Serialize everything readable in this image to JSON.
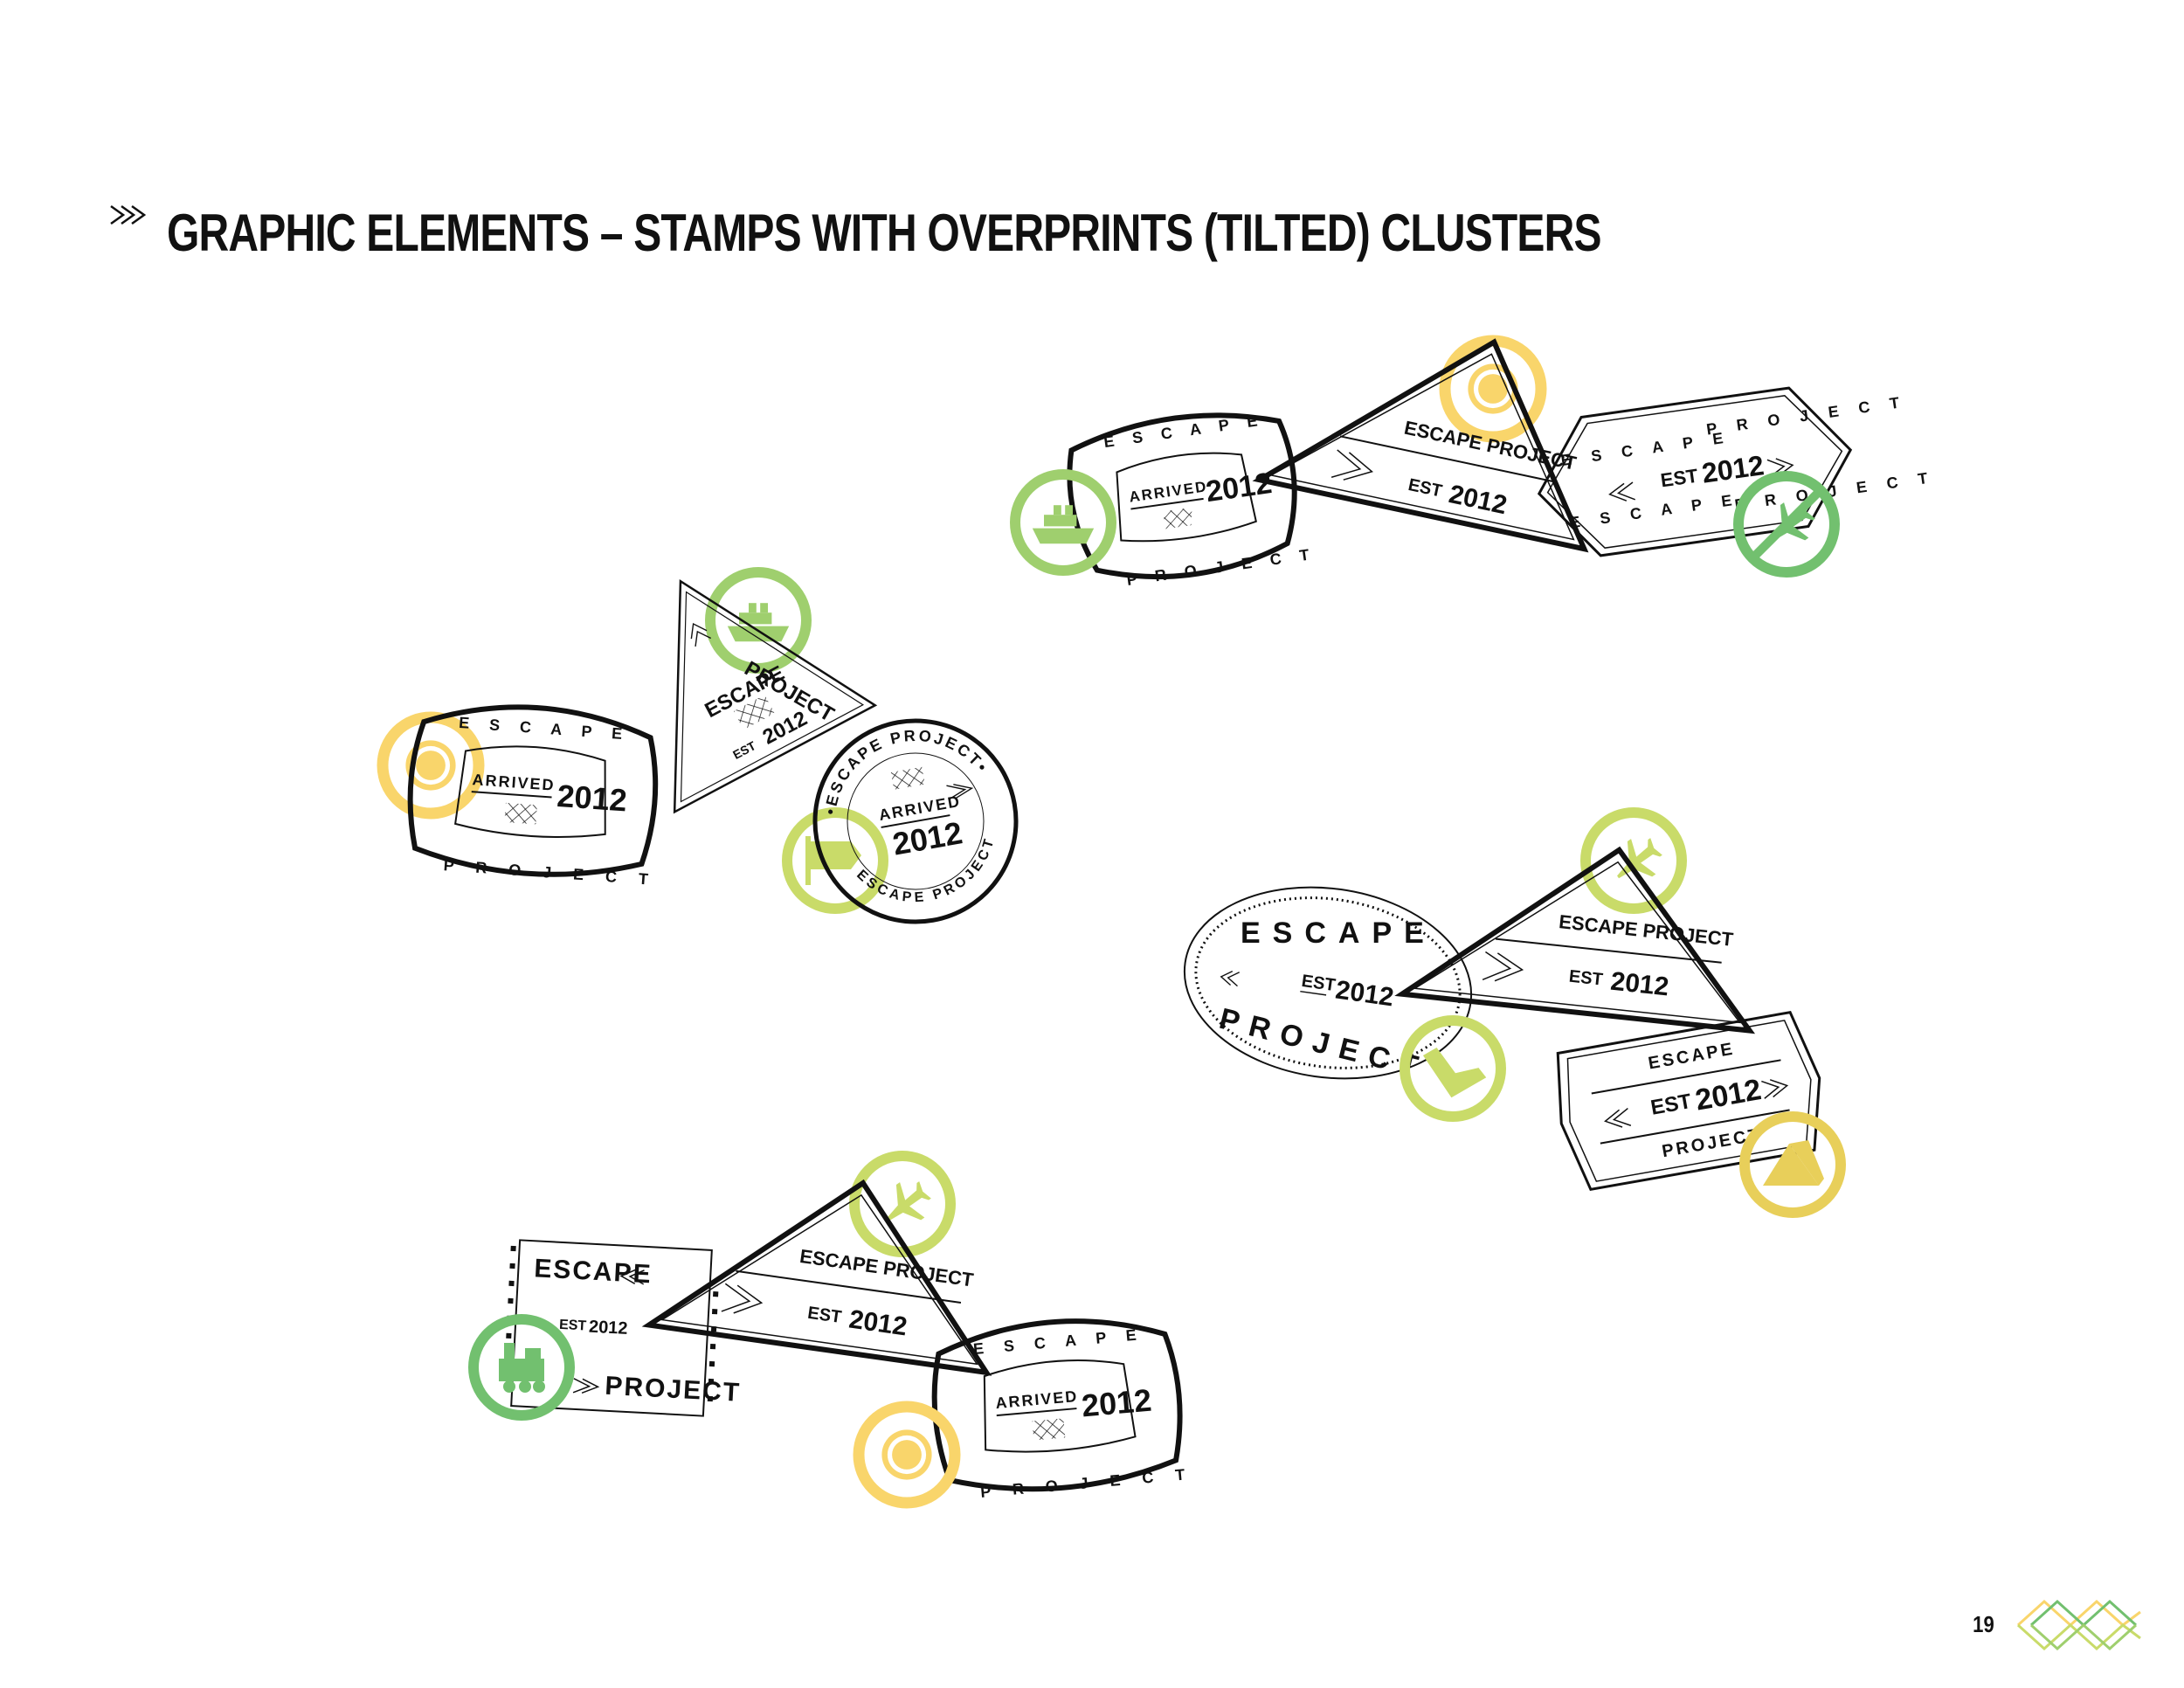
{
  "page": {
    "title": "GRAPHIC ELEMENTS – STAMPS WITH OVERPRINTS (TILTED) CLUSTERS",
    "page_number": "19",
    "title_icon": "triple-chevron-icon",
    "logo": "diamond-lattice-logo"
  },
  "colors": {
    "text": "#111111",
    "yellow": "#F9D56B",
    "light_green": "#C9DB69",
    "mid_green": "#9FCF6E",
    "green": "#72C06F"
  },
  "stamp_text": {
    "escape": "E S C A P E",
    "project": "P R O J E C T",
    "escape_word": "ESCAPE",
    "project_word": "PROJECT",
    "escape_project": "ESCAPE PROJECT",
    "arrived": "ARRIVED",
    "year": "2012",
    "est": "EST",
    "escape_project_dotted": "•ESCAPE PROJECT•"
  },
  "overprint_icons": [
    "sun-icon",
    "ship-icon",
    "plane-icon",
    "boot-icon",
    "tent-icon",
    "train-icon",
    "flag-icon"
  ]
}
